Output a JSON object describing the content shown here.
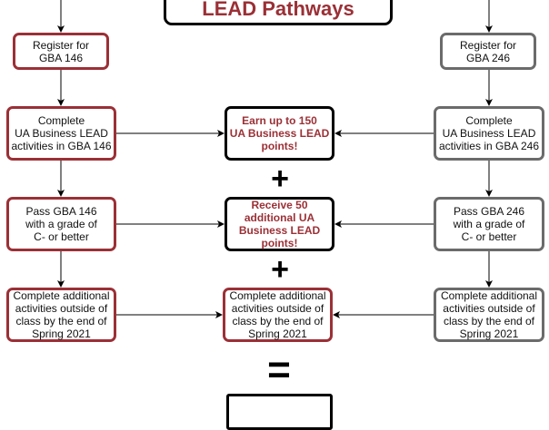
{
  "title": "LEAD Pathways",
  "left": {
    "register": "Register for\nGBA 146",
    "complete": "Complete\nUA Business LEAD\nactivities in GBA 146",
    "pass": "Pass GBA 146\nwith a grade of\nC- or better",
    "additional": "Complete additional\nactivities outside of\nclass by the end of\nSpring 2021"
  },
  "right": {
    "register": "Register for\nGBA 246",
    "complete": "Complete\nUA Business LEAD\nactivities in GBA 246",
    "pass": "Pass GBA 246\nwith a grade of\nC- or better",
    "additional": "Complete additional\nactivities outside of\nclass by the end of\nSpring 2021"
  },
  "center": {
    "earn": "Earn up to 150\nUA Business LEAD\npoints!",
    "plus1": "+",
    "receive": "Receive 50\nadditional UA\nBusiness LEAD\npoints!",
    "plus2": "+",
    "additional": "Complete additional\nactivities outside of\nclass by the end of\nSpring 2021",
    "equals": "="
  },
  "colors": {
    "red": "#9b3036",
    "grey": "#6b6b6b"
  }
}
